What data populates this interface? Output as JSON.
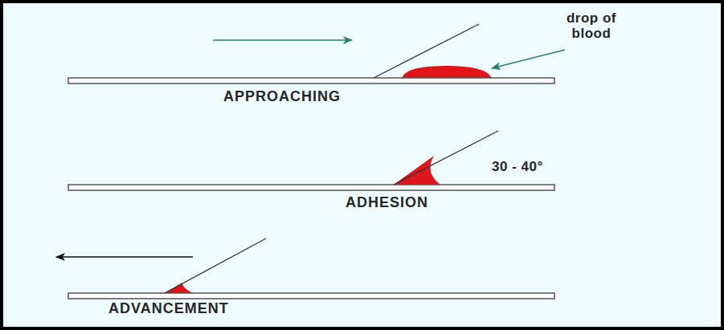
{
  "diagram": {
    "labels": [
      "drop of blood",
      "APPROACHING",
      "30 - 40°",
      "ADHESION",
      "ADVANCEMENT"
    ]
  }
}
